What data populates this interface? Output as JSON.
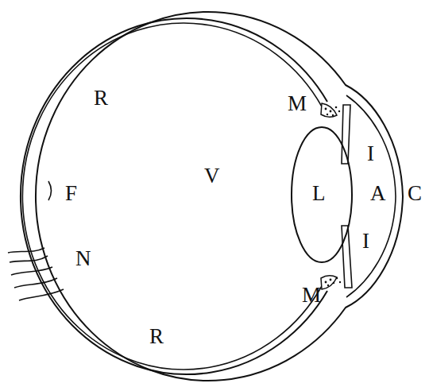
{
  "diagram": {
    "labels": [
      "R",
      "M",
      "I",
      "V",
      "F",
      "L",
      "A",
      "C",
      "I",
      "N",
      "M",
      "R"
    ]
  }
}
